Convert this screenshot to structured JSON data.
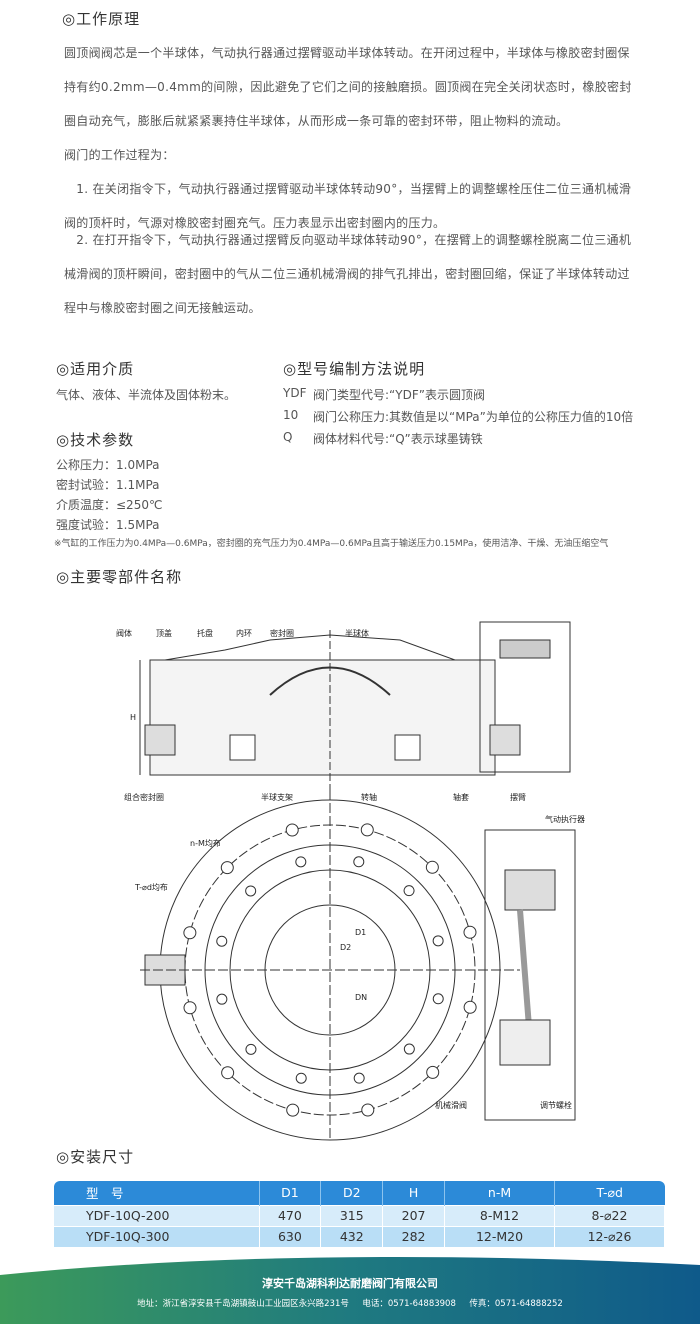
{
  "s1": {
    "title": "◎工作原理",
    "p1": "圆顶阀阀芯是一个半球体，气动执行器通过摆臂驱动半球体转动。在开闭过程中，半球体与橡胶密封圈保持有约0.2mm—0.4mm的间隙，因此避免了它们之间的接触磨损。圆顶阀在完全关闭状态时，橡胶密封圈自动充气，膨胀后就紧紧裹持住半球体，从而形成一条可靠的密封环带，阻止物料的流动。",
    "p2": "阀门的工作过程为：",
    "p3": "　1. 在关闭指令下，气动执行器通过摆臂驱动半球体转动90°，当摆臂上的调整螺栓压住二位三通机械滑阀的顶杆时，气源对橡胶密封圈充气。压力表显示出密封圈内的压力。",
    "p4": "　2. 在打开指令下，气动执行器通过摆臂反向驱动半球体转动90°，在摆臂上的调整螺栓脱离二位三通机械滑阀的顶杆瞬间，密封圈中的气从二位三通机械滑阀的排气孔排出，密封圈回缩，保证了半球体转动过程中与橡胶密封圈之间无接触运动。"
  },
  "s2": {
    "title": "◎适用介质",
    "text": "气体、液体、半流体及固体粉末。"
  },
  "s3": {
    "title": "◎型号编制方法说明",
    "rows": [
      {
        "code": "YDF",
        "desc": "阀门类型代号:“YDF”表示圆顶阀"
      },
      {
        "code": "10",
        "desc": "阀门公称压力:其数值是以“MPa”为单位的公称压力值的10倍"
      },
      {
        "code": "Q",
        "desc": "阀体材料代号:“Q”表示球墨铸铁"
      }
    ]
  },
  "s4": {
    "title": "◎技术参数",
    "items": [
      "公称压力：1.0MPa",
      "密封试验：1.1MPa",
      "介质温度：≤250℃",
      "强度试验：1.5MPa"
    ],
    "note": "※气缸的工作压力为0.4MPa—0.6MPa，密封圈的充气压力为0.4MPa—0.6MPa且高于输送压力0.15MPa，使用洁净、干燥、无油压缩空气"
  },
  "s5": {
    "title": "◎主要零部件名称",
    "labels": {
      "a": "阀体",
      "b": "顶盖",
      "c": "托盘",
      "d": "内环",
      "e": "密封圈",
      "f": "半球体",
      "g": "组合密封圈",
      "h": "半球支架",
      "i": "转轴",
      "j": "轴套",
      "k": "摆臂",
      "l": "气动执行器",
      "m": "n-M均布",
      "n": "T-⌀d均布",
      "o": "机械滑阀",
      "p": "调节螺栓",
      "H": "H",
      "D1": "D1",
      "D2": "D2",
      "DN": "DN"
    }
  },
  "s6": {
    "title": "◎安装尺寸",
    "headers": [
      "型　号",
      "D1",
      "D2",
      "H",
      "n-M",
      "T-⌀d"
    ],
    "rows": [
      [
        "YDF-10Q-200",
        "470",
        "315",
        "207",
        "8-M12",
        "8-⌀22"
      ],
      [
        "YDF-10Q-300",
        "630",
        "432",
        "282",
        "12-M20",
        "12-⌀26"
      ]
    ]
  },
  "footer": {
    "company": "淳安千岛湖科利达耐磨阀门有限公司",
    "address": "地址：浙江省淳安县千岛湖镇鼓山工业园区永兴路231号",
    "phone": "电话：0571-64883908",
    "fax": "传真：0571-64888252"
  },
  "colors": {
    "header": "#2c8ad8",
    "footer": "#1a6a8a"
  }
}
